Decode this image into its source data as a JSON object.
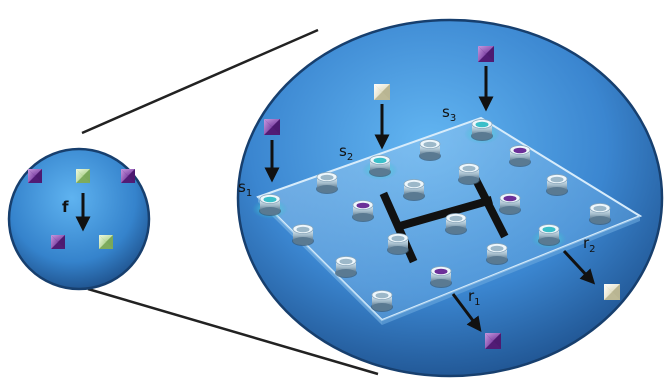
{
  "small_circle": {
    "label": "f",
    "cube_colors": [
      "purple",
      "green",
      "purple",
      "purple",
      "green"
    ]
  },
  "large_circle": {
    "inputs": [
      {
        "label": "s",
        "subscript": "1",
        "cube": "purple"
      },
      {
        "label": "s",
        "subscript": "2",
        "cube": "cream"
      },
      {
        "label": "s",
        "subscript": "3",
        "cube": "purple"
      }
    ],
    "outputs": [
      {
        "label": "r",
        "subscript": "1",
        "cube": "purple"
      },
      {
        "label": "r",
        "subscript": "2",
        "cube": "cream"
      }
    ],
    "center_glyph": "H"
  },
  "colors": {
    "circle_fill": "#3f8dd6",
    "circle_edge": "#1f4f87",
    "purple_cube": "#7d3aa8",
    "green_cube": "#cfe9b0",
    "cream_cube": "#f4f1d6",
    "cyan_glow": "#58e0e0"
  }
}
